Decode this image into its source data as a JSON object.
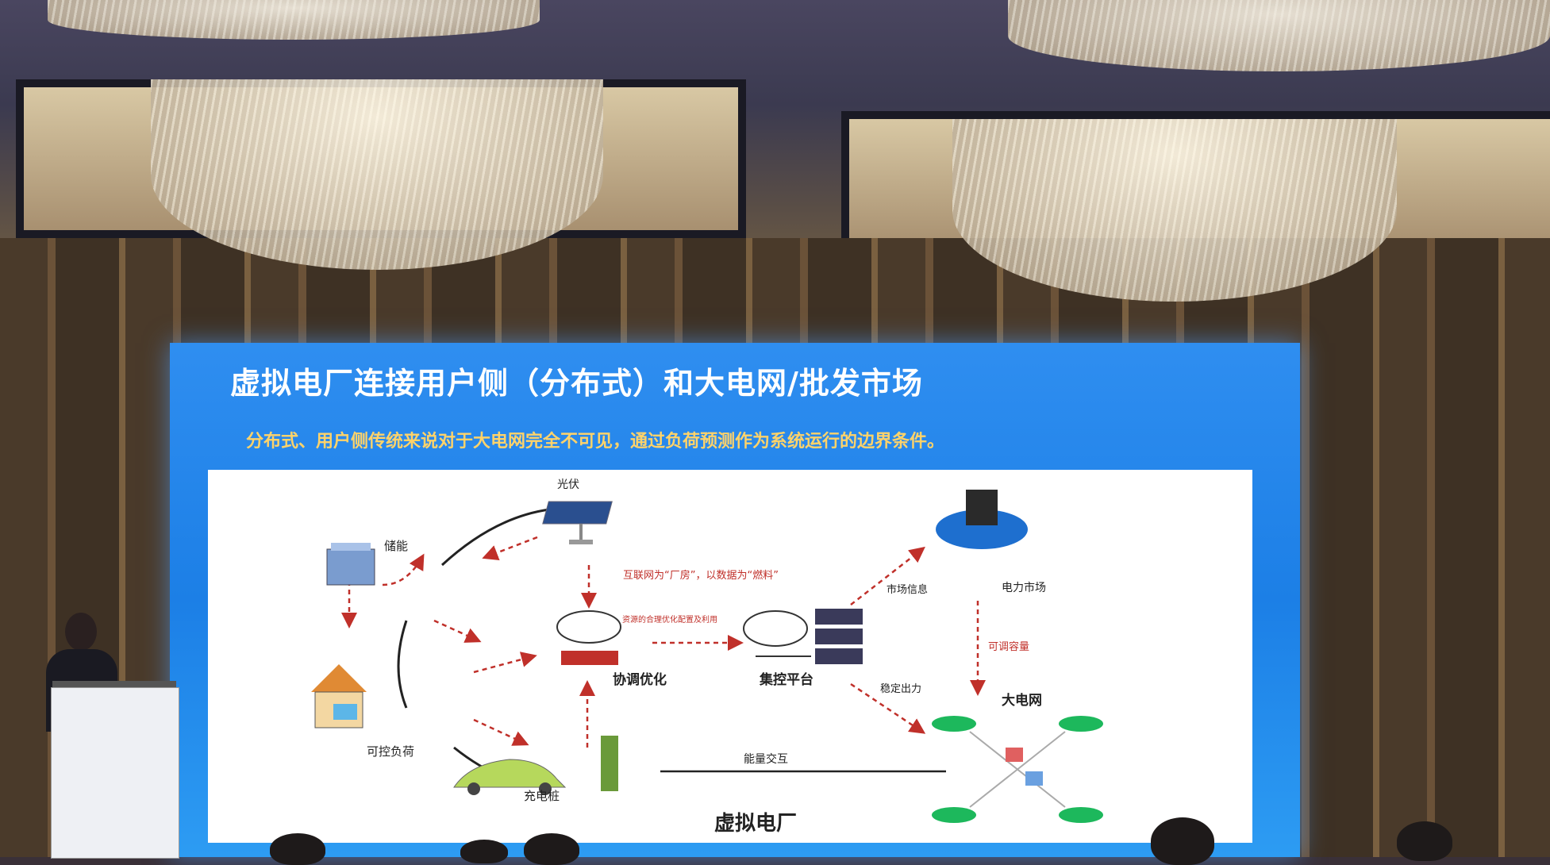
{
  "slide": {
    "title": "虚拟电厂连接用户侧（分布式）和大电网/批发市场",
    "subtitle": "分布式、用户侧传统来说对于大电网完全不可见，通过负荷预测作为系统运行的边界条件。"
  },
  "diagram": {
    "nodes": {
      "solar": "光伏",
      "storage": "储能",
      "controllable_load": "可控负荷",
      "charging_pile": "充电桩",
      "coordination": "协调优化",
      "central_control": "集控平台",
      "power_market": "电力市场",
      "big_grid": "大电网"
    },
    "edge_labels": {
      "internet_factory": "互联网为“厂房”，以数据为“燃料”",
      "resource_optimization": "资源的合理优化配置及利用",
      "market_info": "市场信息",
      "adjustable_capacity": "可调容量",
      "stable_output": "稳定出力",
      "energy_exchange": "能量交互"
    },
    "footer": "虚拟电厂"
  },
  "colors": {
    "screen_blue": "#1c7fe6",
    "title_white": "#ffffff",
    "subtitle_yellow": "#ffd36a",
    "arrow_red": "#c0302a"
  }
}
